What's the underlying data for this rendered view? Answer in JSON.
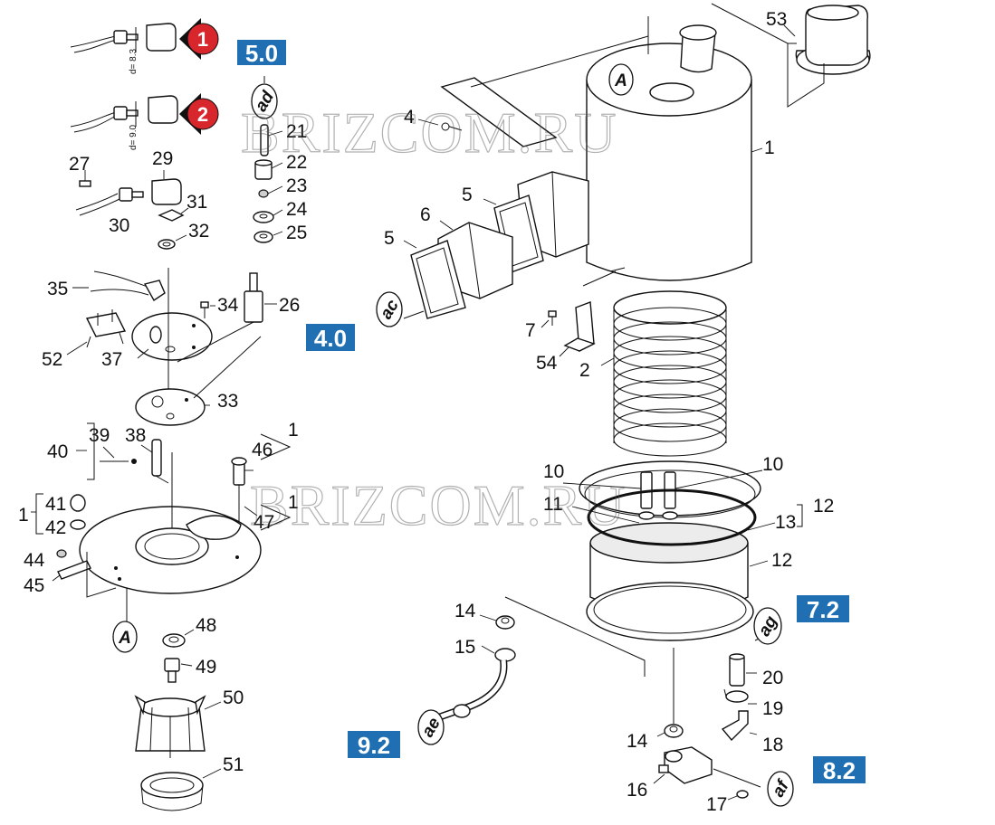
{
  "watermark": "BRIZCOM.RU",
  "section_badges": [
    {
      "label": "5.0",
      "color": "#1f6fb2"
    },
    {
      "label": "4.0",
      "color": "#1f6fb2"
    },
    {
      "label": "7.2",
      "color": "#1f6fb2"
    },
    {
      "label": "9.2",
      "color": "#1f6fb2"
    },
    {
      "label": "8.2",
      "color": "#1f6fb2"
    }
  ],
  "circle_labels": [
    "ad",
    "ac",
    "ag",
    "ae",
    "af",
    "A",
    "A"
  ],
  "alert_markers": [
    {
      "label": "1",
      "color": "#d7262c"
    },
    {
      "label": "2",
      "color": "#d7262c"
    }
  ],
  "dimensions": [
    "d= 8.3",
    "d= 9.0"
  ],
  "part_numbers": {
    "p27": "27",
    "p29": "29",
    "p30": "30",
    "p31": "31",
    "p32": "32",
    "p21": "21",
    "p22": "22",
    "p23": "23",
    "p24": "24",
    "p25": "25",
    "p35": "35",
    "p34": "34",
    "p26": "26",
    "p52": "52",
    "p37": "37",
    "p33": "33",
    "p40": "40",
    "p39": "39",
    "p38": "38",
    "p46": "46",
    "p46_1": "1",
    "p1_group": "1",
    "p41": "41",
    "p42": "42",
    "p47": "47",
    "p47_1": "1",
    "p44": "44",
    "p45": "45",
    "p48": "48",
    "p49": "49",
    "p50": "50",
    "p51": "51",
    "p4": "4",
    "p53": "53",
    "p1_top": "1",
    "p5a": "5",
    "p5b": "5",
    "p6": "6",
    "p7": "7",
    "p54": "54",
    "p2": "2",
    "p10a": "10",
    "p10b": "10",
    "p11": "11",
    "p13": "13",
    "p12a": "12",
    "p12b": "12",
    "p14a": "14",
    "p15": "15",
    "p20": "20",
    "p19": "19",
    "p18": "18",
    "p14b": "14",
    "p16": "16",
    "p17": "17"
  }
}
